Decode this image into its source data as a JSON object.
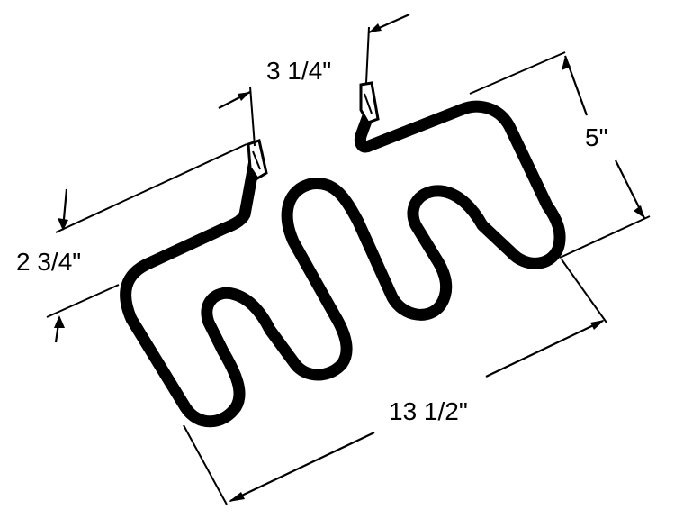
{
  "diagram": {
    "dimensions": {
      "terminal_spacing": "3 1/4\"",
      "height": "5\"",
      "offset": "2 3/4\"",
      "width": "13 1/2\""
    },
    "colors": {
      "ink": "#000000",
      "background": "#ffffff"
    }
  }
}
